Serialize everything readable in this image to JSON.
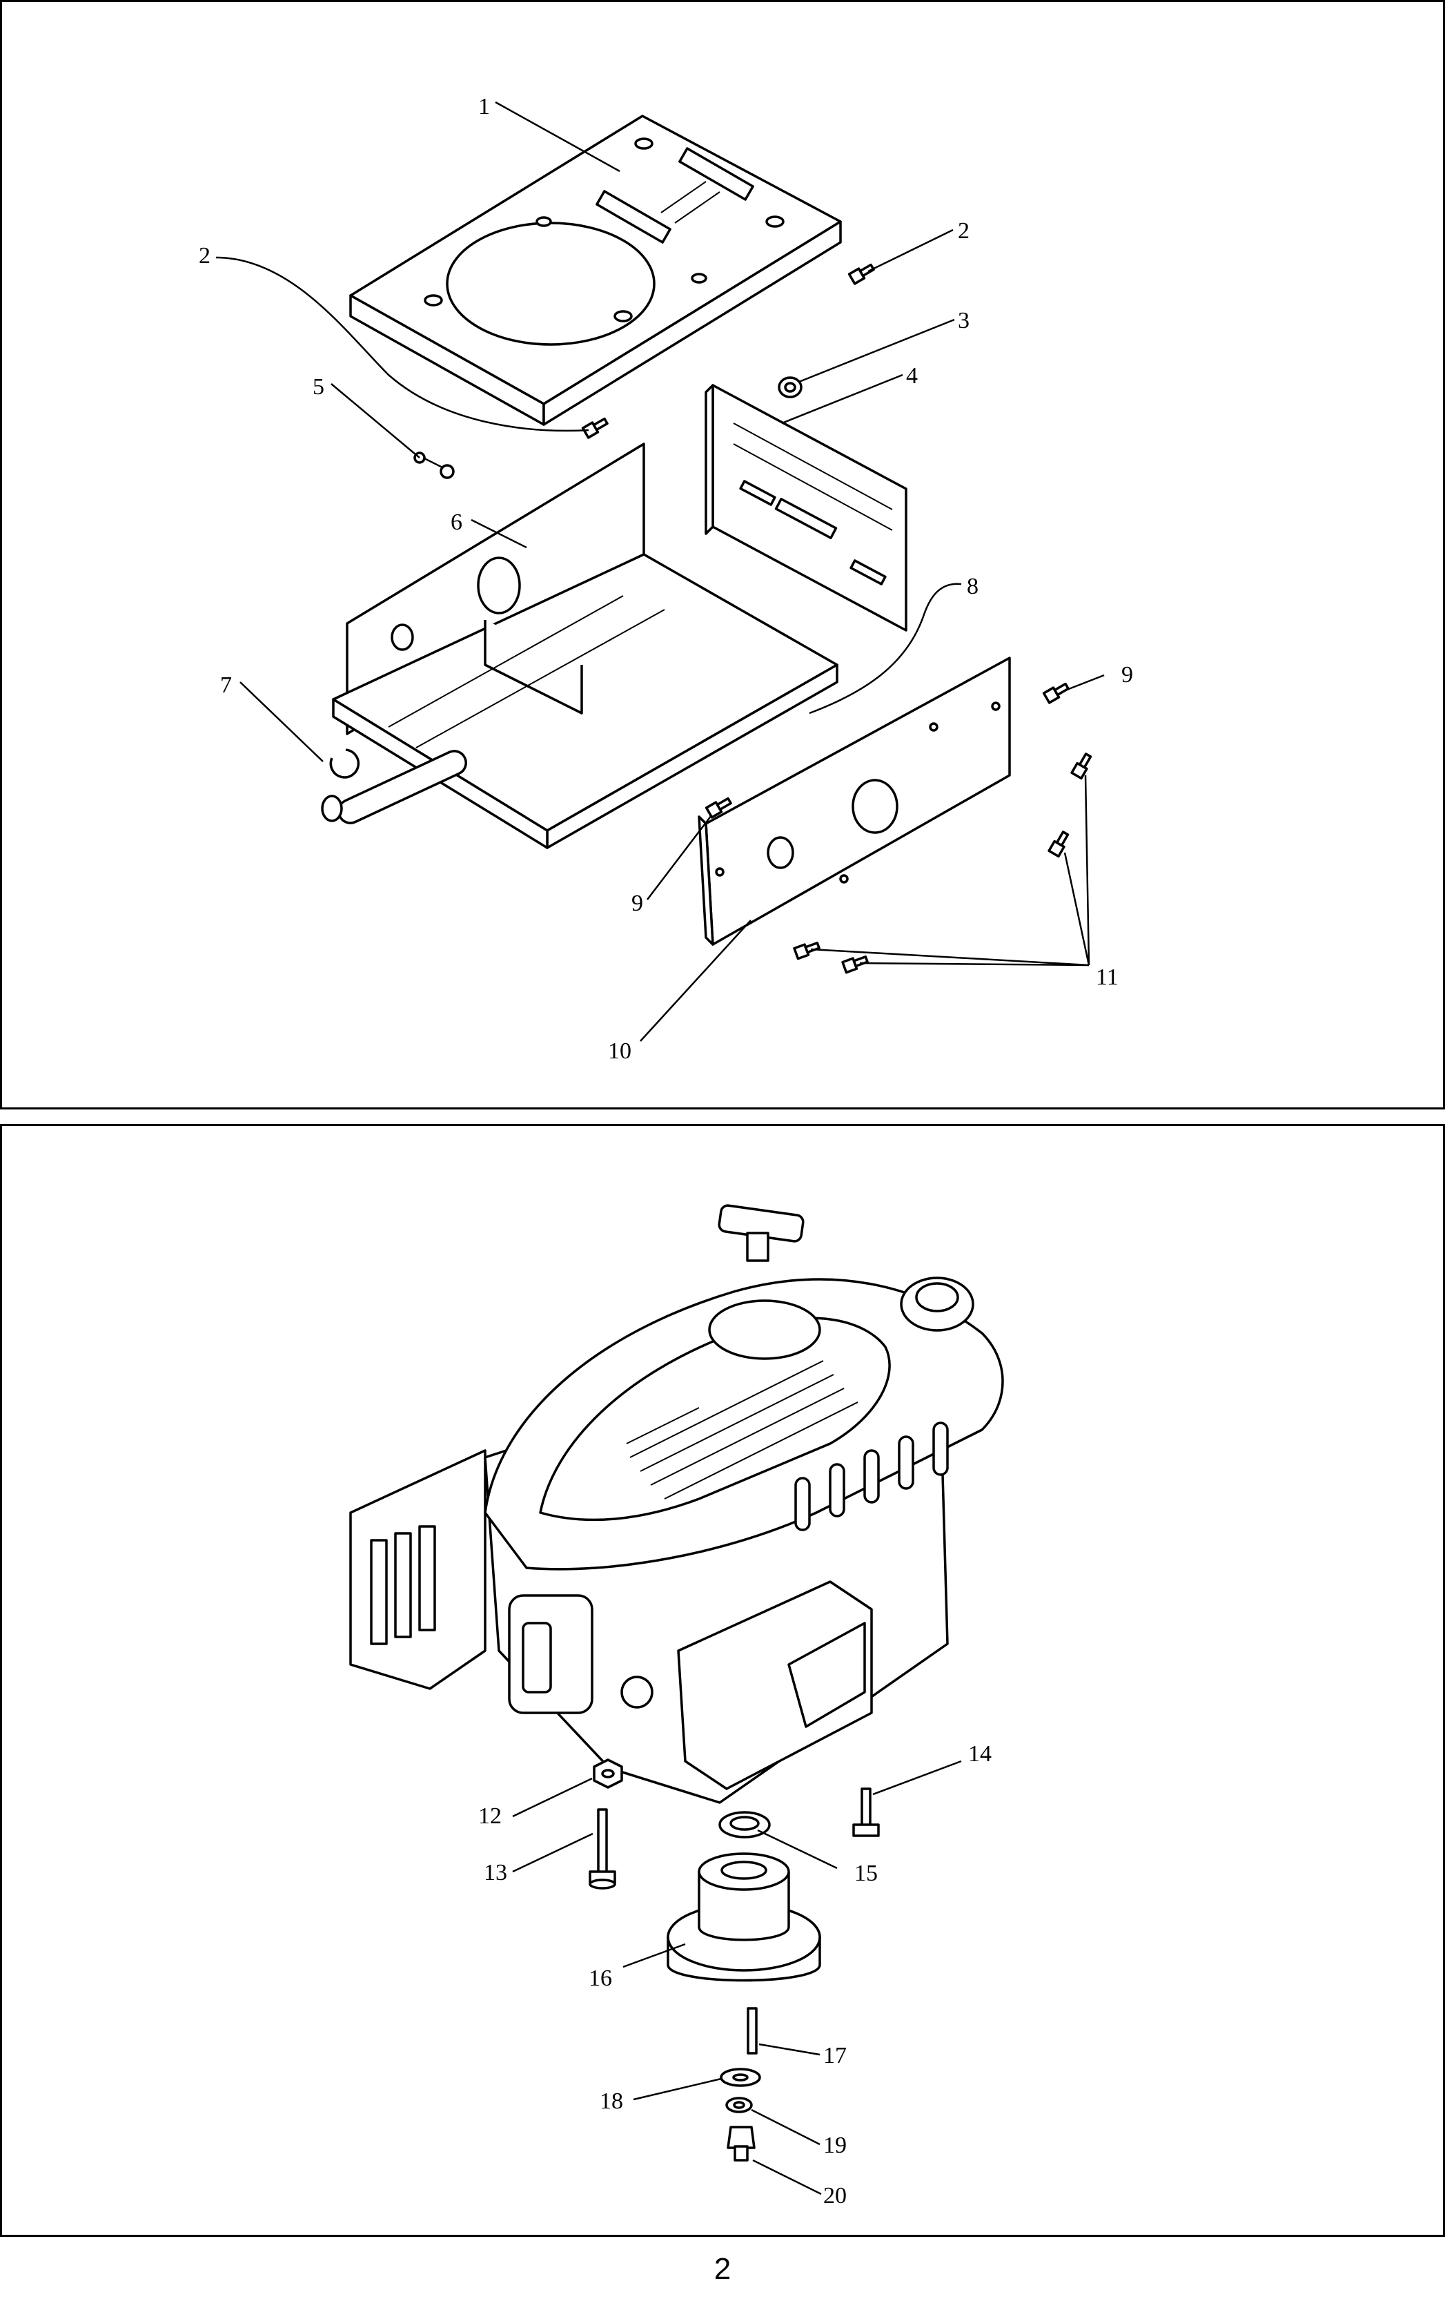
{
  "page_number": "2",
  "diagram_top": {
    "callouts": [
      "1",
      "2",
      "2",
      "3",
      "4",
      "5",
      "6",
      "7",
      "8",
      "9",
      "9",
      "10",
      "11"
    ]
  },
  "diagram_bottom": {
    "callouts": [
      "12",
      "13",
      "14",
      "15",
      "16",
      "17",
      "18",
      "19",
      "20"
    ]
  },
  "icons": [
    "engine",
    "pulley",
    "bolt",
    "washer",
    "key",
    "mounting-plate",
    "frame",
    "side-plate",
    "spacer",
    "pin",
    "clip"
  ]
}
